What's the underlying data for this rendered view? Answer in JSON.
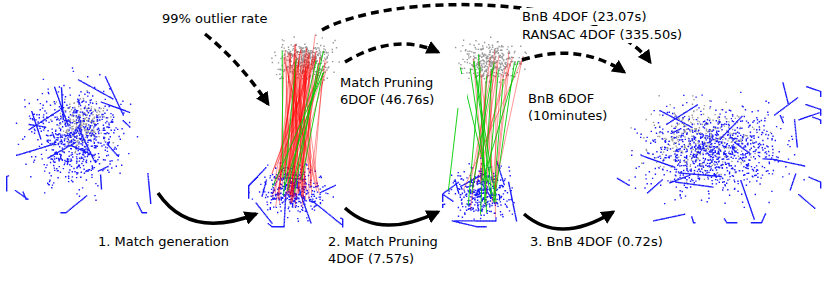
{
  "diagram": {
    "labels": [
      "99% outlier rate",
      "BnB 4DOF (23.07s)",
      "RANSAC 4DOF (335.50s)",
      "Match Pruning 6DOF (46.76s)",
      "BnB 6DOF (10minutes)",
      "1. Match generation",
      "2. Match Pruning 4DOF (7.57s)",
      "3. BnB 4DOF (0.72s)"
    ]
  }
}
